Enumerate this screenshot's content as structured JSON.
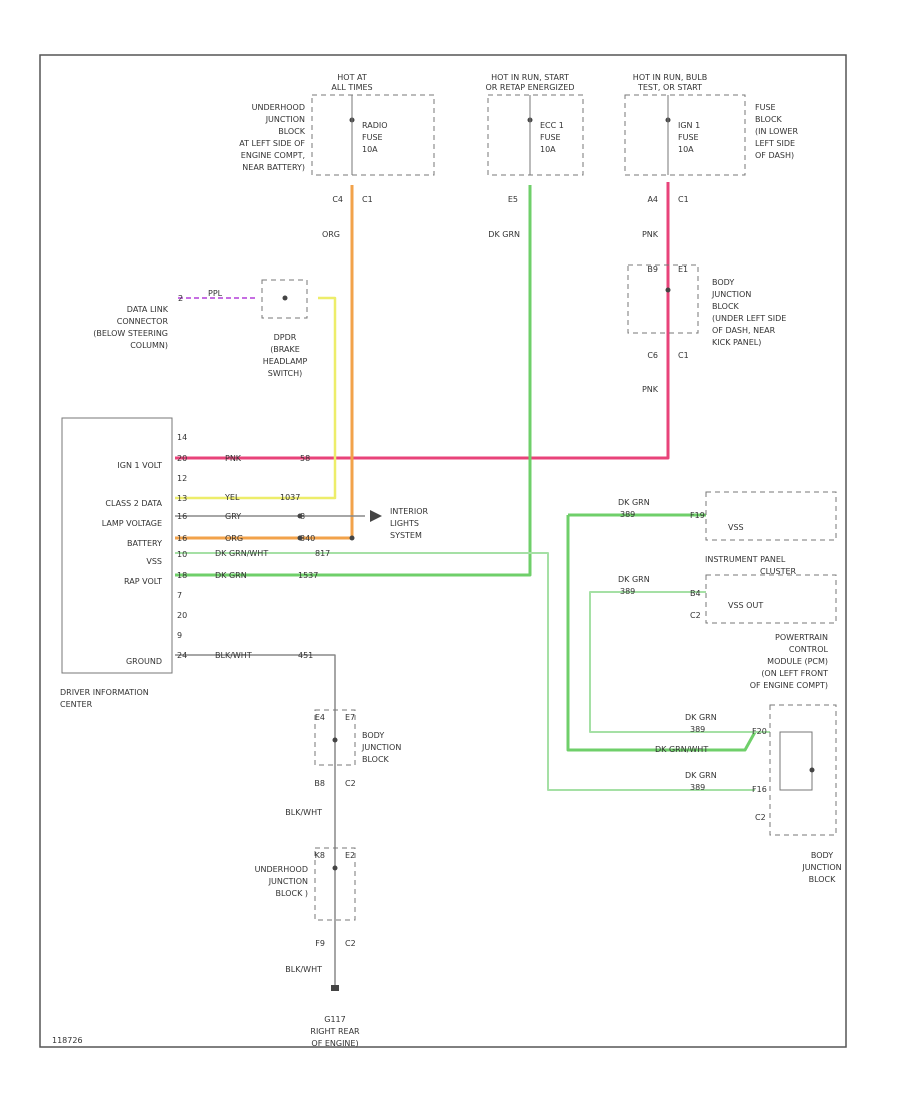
{
  "colors": {
    "pink": "#e8437a",
    "orange": "#f2a24a",
    "yellow": "#eded6a",
    "green": "#6fcf6a",
    "light_green": "#a5e0a5",
    "purple": "#b43fd8",
    "gray": "#888888"
  },
  "fuses": {
    "radio": {
      "hot": [
        "HOT AT",
        "ALL TIMES"
      ],
      "name": "RADIO",
      "fuse": "FUSE",
      "amps": "10A",
      "location": [
        "UNDERHOOD",
        "JUNCTION",
        "BLOCK",
        "AT LEFT SIDE OF",
        "ENGINE COMPT,",
        "NEAR BATTERY)"
      ],
      "pin_left": "C4",
      "pin_right": "C1"
    },
    "ecc": {
      "hot": [
        "HOT IN RUN, START",
        "OR RETAP ENERGIZED"
      ],
      "name": "ECC 1",
      "fuse": "FUSE",
      "amps": "10A",
      "pin": "E5"
    },
    "ign": {
      "hot": [
        "HOT IN RUN, BULB",
        "TEST, OR START"
      ],
      "name": "IGN 1",
      "fuse": "FUSE",
      "amps": "10A",
      "location": [
        "FUSE",
        "BLOCK",
        "(IN LOWER",
        "LEFT SIDE",
        "OF DASH)"
      ],
      "pin_left": "A4",
      "pin_right": "C1"
    }
  },
  "wires": {
    "org": "ORG",
    "dk_grn": "DK GRN",
    "pnk": "PNK",
    "yel": "YEL",
    "gry": "GRY",
    "blk_wht": "BLK/WHT",
    "dk_grn_wht": "DK GRN/WHT",
    "ppl": "PPL"
  },
  "circuits": {
    "c58": "58",
    "c1037": "1037",
    "c8": "8",
    "c340": "340",
    "c817": "817",
    "c1537": "1537",
    "c451": "451",
    "c389": "389"
  },
  "ign_junction": {
    "pin_top_left": "B9",
    "pin_top_right": "E1",
    "pin_bot_left": "C6",
    "pin_bot_right": "C1",
    "label": [
      "BODY",
      "JUNCTION",
      "BLOCK",
      "(UNDER LEFT SIDE",
      "OF DASH, NEAR",
      "KICK PANEL)"
    ]
  },
  "dlc": {
    "pin": "2",
    "label": [
      "DATA LINK",
      "CONNECTOR",
      "(BELOW STEERING",
      "COLUMN)"
    ]
  },
  "headlamp_switch": {
    "label": [
      "DPDR",
      "(BRAKE",
      "HEADLAMP",
      "SWITCH)"
    ]
  },
  "dic": {
    "pin_numbers": [
      "14",
      "20",
      "12",
      "13",
      "16",
      "16",
      "10",
      "18",
      "7",
      "20",
      "9",
      "24"
    ],
    "labels": [
      "IGN 1 VOLT",
      "CLASS 2 DATA",
      "LAMP VOLTAGE",
      "BATTERY",
      "VSS",
      "RAP VOLT",
      "GROUND"
    ],
    "name": [
      "DRIVER INFORMATION",
      "CENTER"
    ]
  },
  "interior_lights": [
    "INTERIOR",
    "LIGHTS",
    "SYSTEM"
  ],
  "right_side": {
    "vss_label": "VSS",
    "ipc_label": [
      "INSTRUMENT PANEL",
      "CLUSTER"
    ],
    "vss_out_label": "VSS OUT",
    "pin_vss_ipc": "F19",
    "pin_vss_out": "B4",
    "c2_label": "C2",
    "pcm_label": [
      "POWERTRAIN",
      "CONTROL",
      "MODULE (PCM)",
      "(ON LEFT FRONT",
      "OF ENGINE COMPT)"
    ],
    "pin_pcm_1": "F20",
    "pin_pcm_2": "F16",
    "bjb_label": [
      "BODY",
      "JUNCTION",
      "BLOCK"
    ],
    "bjb_pin": "C2"
  },
  "ground": {
    "body_jb_pins": [
      "E4",
      "E7",
      "B8",
      "C2"
    ],
    "body_jb_label": [
      "BODY",
      "JUNCTION",
      "BLOCK"
    ],
    "uhjb_pins": [
      "K8",
      "E2",
      "F9",
      "C2"
    ],
    "uhjb_label": [
      "UNDERHOOD",
      "JUNCTION",
      "BLOCK )"
    ],
    "ground_id": "G117",
    "ground_label": [
      "RIGHT REAR",
      "OF ENGINE)"
    ]
  },
  "figure_id": "118726"
}
